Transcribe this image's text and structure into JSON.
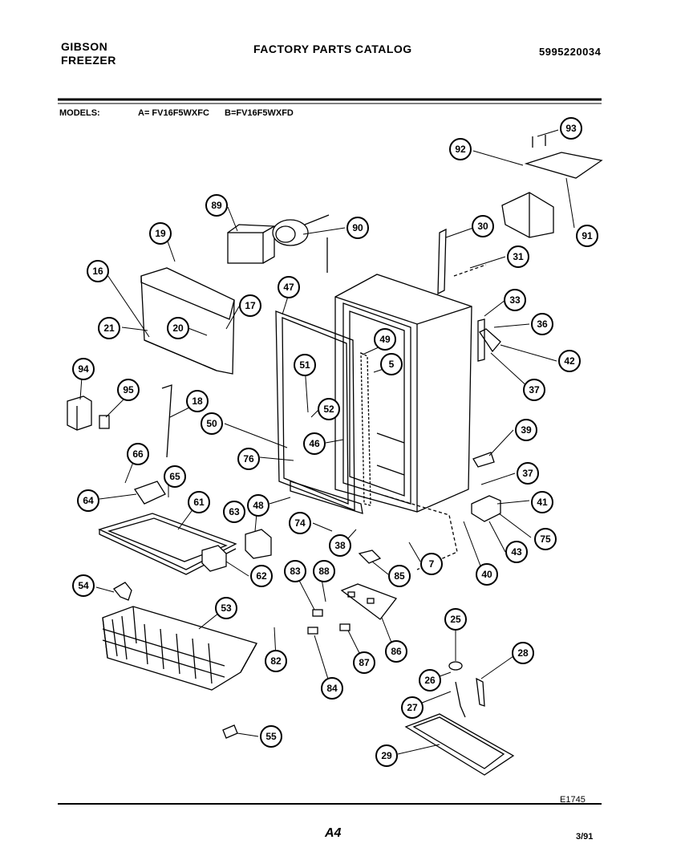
{
  "header": {
    "brand_line1": "GIBSON",
    "brand_line2": "FREEZER",
    "title": "FACTORY PARTS CATALOG",
    "part_number": "5995220034"
  },
  "models": {
    "label": "MODELS:",
    "model_a": "A= FV16F5WXFC",
    "model_b": "B=FV16F5WXFD"
  },
  "footer": {
    "code": "E1745",
    "page": "A4",
    "date": "3/91"
  },
  "callouts": [
    "93",
    "92",
    "91",
    "89",
    "90",
    "30",
    "31",
    "19",
    "16",
    "17",
    "21",
    "20",
    "47",
    "49",
    "33",
    "36",
    "42",
    "37",
    "5",
    "51",
    "94",
    "95",
    "18",
    "52",
    "50",
    "46",
    "39",
    "76",
    "66",
    "65",
    "64",
    "61",
    "63",
    "48",
    "37",
    "41",
    "74",
    "75",
    "38",
    "43",
    "62",
    "7",
    "85",
    "40",
    "54",
    "83",
    "88",
    "53",
    "86",
    "25",
    "28",
    "82",
    "87",
    "26",
    "84",
    "27",
    "55",
    "29"
  ]
}
